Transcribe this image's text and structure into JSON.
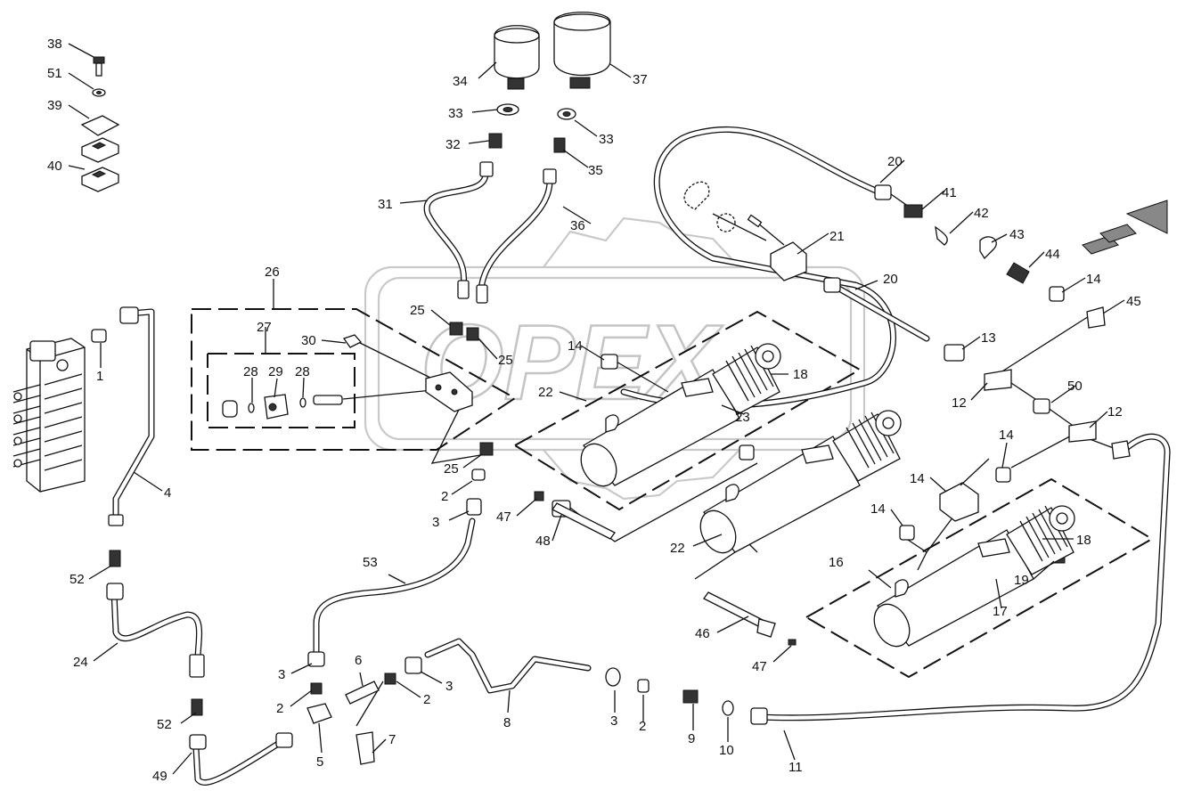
{
  "diagram": {
    "watermark": "OPEX",
    "callouts": [
      {
        "id": "c38",
        "text": "38"
      },
      {
        "id": "c51",
        "text": "51"
      },
      {
        "id": "c39",
        "text": "39"
      },
      {
        "id": "c40",
        "text": "40"
      },
      {
        "id": "c34",
        "text": "34"
      },
      {
        "id": "c37",
        "text": "37"
      },
      {
        "id": "c33a",
        "text": "33"
      },
      {
        "id": "c33b",
        "text": "33"
      },
      {
        "id": "c32",
        "text": "32"
      },
      {
        "id": "c35",
        "text": "35"
      },
      {
        "id": "c31",
        "text": "31"
      },
      {
        "id": "c36",
        "text": "36"
      },
      {
        "id": "c20a",
        "text": "20"
      },
      {
        "id": "c41",
        "text": "41"
      },
      {
        "id": "c42",
        "text": "42"
      },
      {
        "id": "c21",
        "text": "21"
      },
      {
        "id": "c43",
        "text": "43"
      },
      {
        "id": "c44",
        "text": "44"
      },
      {
        "id": "c14a",
        "text": "14"
      },
      {
        "id": "c45",
        "text": "45"
      },
      {
        "id": "c20b",
        "text": "20"
      },
      {
        "id": "c13",
        "text": "13"
      },
      {
        "id": "c26",
        "text": "26"
      },
      {
        "id": "c27",
        "text": "27"
      },
      {
        "id": "c25a",
        "text": "25"
      },
      {
        "id": "c25b",
        "text": "25"
      },
      {
        "id": "c30",
        "text": "30"
      },
      {
        "id": "c28a",
        "text": "28"
      },
      {
        "id": "c29",
        "text": "29"
      },
      {
        "id": "c28b",
        "text": "28"
      },
      {
        "id": "c1",
        "text": "1"
      },
      {
        "id": "c14b",
        "text": "14"
      },
      {
        "id": "c18a",
        "text": "18"
      },
      {
        "id": "c22a",
        "text": "22"
      },
      {
        "id": "c23",
        "text": "23"
      },
      {
        "id": "c12a",
        "text": "12"
      },
      {
        "id": "c50",
        "text": "50"
      },
      {
        "id": "c12b",
        "text": "12"
      },
      {
        "id": "c25c",
        "text": "25"
      },
      {
        "id": "c4",
        "text": "4"
      },
      {
        "id": "c2a",
        "text": "2"
      },
      {
        "id": "c3a",
        "text": "3"
      },
      {
        "id": "c47a",
        "text": "47"
      },
      {
        "id": "c48",
        "text": "48"
      },
      {
        "id": "c22b",
        "text": "22"
      },
      {
        "id": "c14c",
        "text": "14"
      },
      {
        "id": "c14d",
        "text": "14"
      },
      {
        "id": "c14e",
        "text": "14"
      },
      {
        "id": "c16",
        "text": "16"
      },
      {
        "id": "c18b",
        "text": "18"
      },
      {
        "id": "c19",
        "text": "19"
      },
      {
        "id": "c17",
        "text": "17"
      },
      {
        "id": "c53",
        "text": "53"
      },
      {
        "id": "c52a",
        "text": "52"
      },
      {
        "id": "c46",
        "text": "46"
      },
      {
        "id": "c47b",
        "text": "47"
      },
      {
        "id": "c24",
        "text": "24"
      },
      {
        "id": "c3b",
        "text": "3"
      },
      {
        "id": "c6",
        "text": "6"
      },
      {
        "id": "c2b",
        "text": "2"
      },
      {
        "id": "c3c",
        "text": "3"
      },
      {
        "id": "c2c",
        "text": "2"
      },
      {
        "id": "c8",
        "text": "8"
      },
      {
        "id": "c3d",
        "text": "3"
      },
      {
        "id": "c2d",
        "text": "2"
      },
      {
        "id": "c9",
        "text": "9"
      },
      {
        "id": "c10",
        "text": "10"
      },
      {
        "id": "c52b",
        "text": "52"
      },
      {
        "id": "c7",
        "text": "7"
      },
      {
        "id": "c5",
        "text": "5"
      },
      {
        "id": "c49",
        "text": "49"
      },
      {
        "id": "c11",
        "text": "11"
      }
    ]
  }
}
